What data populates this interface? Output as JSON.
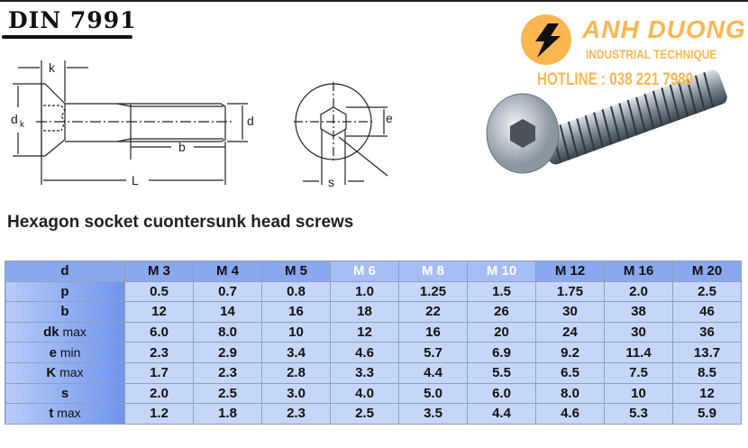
{
  "title": "DIN 7991",
  "subtitle": "Hexagon socket cuontersunk head screws",
  "drawing_labels": {
    "k": "k",
    "dk": "d",
    "dk_sub": "k",
    "d": "d",
    "b": "b",
    "L": "L",
    "e": "e",
    "s": "s"
  },
  "logo": {
    "name": "ANH DUONG",
    "tagline": "INDUSTRIAL TECHNIQUE",
    "hotline": "HOTLINE : 038 221 7980",
    "icon": "lightning-bolt-icon",
    "color": "#fbb650"
  },
  "table": {
    "header": {
      "label": "d",
      "sizes": [
        "M 3",
        "M 4",
        "M 5",
        "M 6",
        "M 8",
        "M 10",
        "M 12",
        "M 16",
        "M 20"
      ]
    },
    "rows": [
      {
        "sym": "p",
        "unit": "",
        "values": [
          "0.5",
          "0.7",
          "0.8",
          "1.0",
          "1.25",
          "1.5",
          "1.75",
          "2.0",
          "2.5"
        ]
      },
      {
        "sym": "b",
        "unit": "",
        "values": [
          "12",
          "14",
          "16",
          "18",
          "22",
          "26",
          "30",
          "38",
          "46"
        ]
      },
      {
        "sym": "dk",
        "unit": " max",
        "values": [
          "6.0",
          "8.0",
          "10",
          "12",
          "16",
          "20",
          "24",
          "30",
          "36"
        ]
      },
      {
        "sym": "e",
        "unit": " min",
        "values": [
          "2.3",
          "2.9",
          "3.4",
          "4.6",
          "5.7",
          "6.9",
          "9.2",
          "11.4",
          "13.7"
        ]
      },
      {
        "sym": "K",
        "unit": " max",
        "values": [
          "1.7",
          "2.3",
          "2.8",
          "3.3",
          "4.4",
          "5.5",
          "6.5",
          "7.5",
          "8.5"
        ]
      },
      {
        "sym": "s",
        "unit": "",
        "values": [
          "2.0",
          "2.5",
          "3.0",
          "4.0",
          "5.0",
          "6.0",
          "8.0",
          "10",
          "12"
        ]
      },
      {
        "sym": "t",
        "unit": " max",
        "values": [
          "1.2",
          "1.8",
          "2.3",
          "2.5",
          "3.5",
          "4.4",
          "4.6",
          "5.3",
          "5.9"
        ]
      }
    ]
  }
}
